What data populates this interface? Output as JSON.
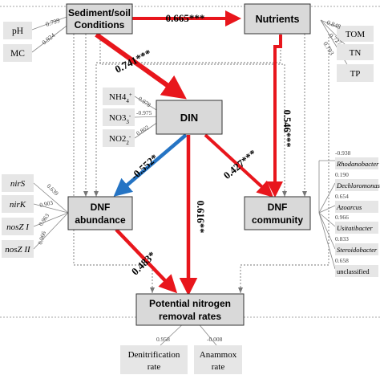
{
  "colors": {
    "positive": "#e8161c",
    "negative": "#2574c4",
    "latent_fill": "#d9d9d9",
    "indicator_fill": "#e6e6e6"
  },
  "latent": {
    "sediment_line1": "Sediment/soil",
    "sediment_line2": "Conditions",
    "nutrients": "Nutrients",
    "din": "DIN",
    "dnf_abundance_line1": "DNF",
    "dnf_abundance_line2": "abundance",
    "dnf_community_line1": "DNF",
    "dnf_community_line2": "community",
    "pnr_line1": "Potential nitrogen",
    "pnr_line2": "removal rates"
  },
  "paths": {
    "sediment_nutrients": "0.665***",
    "sediment_din": "0.741***",
    "nutrients_dnf_community": "0.546***",
    "din_dnf_abundance": "-0.552*",
    "din_dnf_community": "0.427***",
    "din_pnr": "0.616**",
    "dnf_abundance_pnr": "0.483*"
  },
  "indicators": {
    "sediment": [
      {
        "label": "pH",
        "loading": "0.799"
      },
      {
        "label": "MC",
        "loading": "0.924"
      }
    ],
    "nutrients": [
      {
        "label": "TOM",
        "loading": "0.848"
      },
      {
        "label": "TN",
        "loading": "0.727"
      },
      {
        "label": "TP",
        "loading": "0.793"
      }
    ],
    "din": [
      {
        "label": "NH4",
        "sup": "+",
        "loading": "0.978"
      },
      {
        "label": "NO3",
        "sup": "-",
        "loading": "-0.975"
      },
      {
        "label": "NO2",
        "sup": "-",
        "loading": "0.802"
      }
    ],
    "dnf_abundance": [
      {
        "label": "nirS",
        "loading": "0.639"
      },
      {
        "label": "nirK",
        "loading": "0.903"
      },
      {
        "label": "nosZ I",
        "loading": "0.963"
      },
      {
        "label": "nosZ II",
        "loading": "0.966"
      }
    ],
    "dnf_community": [
      {
        "label": "Rhodanobacter",
        "loading": "-0.938"
      },
      {
        "label": "Dechloromonas",
        "loading": "0.190"
      },
      {
        "label": "Azoarcus",
        "loading": "0.654"
      },
      {
        "label": "Usitatibacter",
        "loading": "0.966"
      },
      {
        "label": "Steroidobacter",
        "loading": "0.833"
      },
      {
        "label": "unclassified",
        "loading": "0.658"
      }
    ],
    "pnr": [
      {
        "label_line1": "Denitrification",
        "label_line2": "rate",
        "loading": "0.958"
      },
      {
        "label_line1": "Anammox",
        "label_line2": "rate",
        "loading": "-0.008"
      }
    ]
  }
}
